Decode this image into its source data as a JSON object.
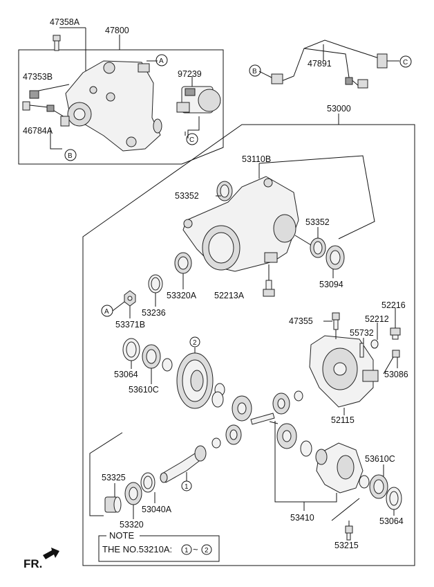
{
  "labels": {
    "p47358A": "47358A",
    "p47800": "47800",
    "p47353B": "47353B",
    "p46784A": "46784A",
    "p97239": "97239",
    "p47891": "47891",
    "p53000": "53000",
    "p53110B": "53110B",
    "p53352a": "53352",
    "p53352b": "53352",
    "p53320A": "53320A",
    "p52213A": "52213A",
    "p53094": "53094",
    "p53236": "53236",
    "p53371B": "53371B",
    "p47355": "47355",
    "p52216": "52216",
    "p52212": "52212",
    "p55732": "55732",
    "p53064a": "53064",
    "p53610Ca": "53610C",
    "p53086": "53086",
    "p52115": "52115",
    "p53325": "53325",
    "p53320": "53320",
    "p53040A": "53040A",
    "p53610Cb": "53610C",
    "p53064b": "53064",
    "p53410": "53410",
    "p53215": "53215"
  },
  "callouts": {
    "A": "A",
    "B": "B",
    "C": "C",
    "one": "1",
    "two": "2"
  },
  "note": {
    "title": "NOTE",
    "text": "THE NO.53210A:",
    "range_sep": "~"
  },
  "fr": "FR."
}
